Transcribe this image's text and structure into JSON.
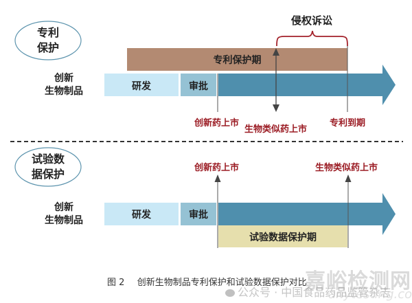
{
  "top_section": {
    "category_label": "专利\n保护",
    "category_line1": "专利",
    "category_line2": "保护",
    "row_label_line1": "创新",
    "row_label_line2": "生物制品",
    "patent_period_label": "专利保护期",
    "rd_label": "研发",
    "approval_label": "审批",
    "litigation_label": "侵权诉讼",
    "markers": {
      "innovator_launch": "创新药上市",
      "biosimilar_launch": "生物类似药上市",
      "patent_expiry": "专利到期"
    }
  },
  "bottom_section": {
    "category_line1": "试验数",
    "category_line2": "据保护",
    "row_label_line1": "创新",
    "row_label_line2": "生物制品",
    "rd_label": "研发",
    "approval_label": "审批",
    "data_protection_label": "试验数据保护期",
    "markers": {
      "innovator_launch": "创新药上市",
      "biosimilar_launch": "生物类似药上市"
    }
  },
  "caption": {
    "figure_number": "图 2",
    "title": "创新生物制品专利保护和试验数据保护对比"
  },
  "watermark": {
    "brand": "嘉峪检测网",
    "account": "公众号 · 中国食品药品监管杂志",
    "url": "anytesting.com"
  },
  "colors": {
    "patent_bar": "#b38a72",
    "rd_bar": "#c9e8f6",
    "approval_bar": "#95c2d4",
    "timeline_arrow": "#4f8fad",
    "data_protection_bar": "#e6dfad",
    "marker_red": "#9b1c24",
    "oval_stroke": "#5b93ad"
  }
}
